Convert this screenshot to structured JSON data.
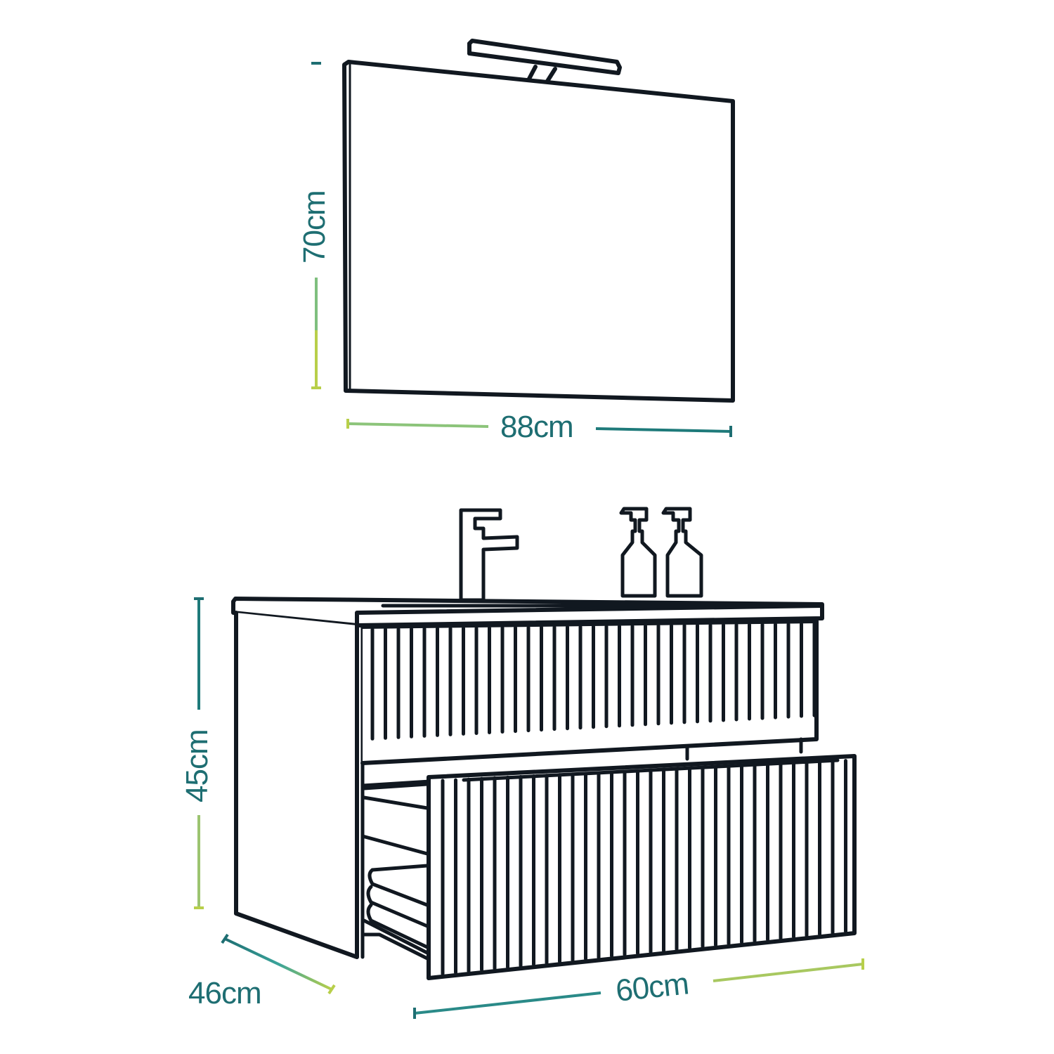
{
  "diagram": {
    "subject": "Bathroom furniture set dimensions",
    "colors": {
      "ink": "#111820",
      "dim_teal": "#1e6e72",
      "dim_lime": "#b8cf4a",
      "background": "#ffffff"
    },
    "mirror": {
      "name": "Mirror with LED light bar",
      "height_label": "70cm",
      "width_label": "88cm"
    },
    "cabinet": {
      "name": "Vanity cabinet with fluted drawer fronts",
      "height_label": "45cm",
      "depth_label": "46cm",
      "width_label": "60cm",
      "drawers": 2,
      "accessories": [
        "faucet",
        "soap dispenser",
        "soap dispenser"
      ]
    }
  }
}
